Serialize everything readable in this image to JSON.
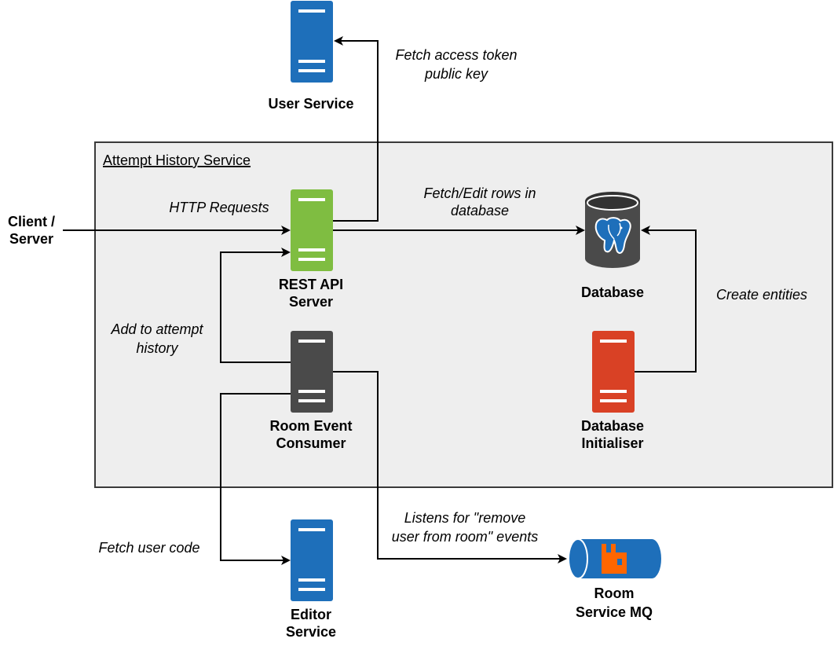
{
  "boundary": {
    "title": "Attempt History Service"
  },
  "nodes": {
    "user_service": {
      "label": "User Service",
      "color": "#1e6fba"
    },
    "rest_api": {
      "label_line1": "REST API",
      "label_line2": "Server",
      "color": "#7fbd41"
    },
    "room_event_consumer": {
      "label_line1": "Room Event",
      "label_line2": "Consumer",
      "color": "#4a4a4a"
    },
    "database": {
      "label": "Database",
      "color": "#4a4a4a",
      "logo_color": "#1e6fba"
    },
    "database_initialiser": {
      "label_line1": "Database",
      "label_line2": "Initialiser",
      "color": "#d94125"
    },
    "editor_service": {
      "label_line1": "Editor",
      "label_line2": "Service",
      "color": "#1e6fba"
    },
    "room_service_mq": {
      "label_line1": "Room",
      "label_line2": "Service MQ",
      "color": "#1e6fba",
      "logo_color": "#ff6600"
    },
    "client": {
      "label_line1": "Client /",
      "label_line2": "Server"
    }
  },
  "edges": {
    "fetch_token": {
      "line1": "Fetch access token",
      "line2": "public key"
    },
    "http_requests": {
      "label": "HTTP Requests"
    },
    "fetch_edit_rows": {
      "line1": "Fetch/Edit rows in",
      "line2": "database"
    },
    "create_entities": {
      "label": "Create entities"
    },
    "add_to_history": {
      "line1": "Add to attempt",
      "line2": "history"
    },
    "fetch_user_code": {
      "label": "Fetch user code"
    },
    "listens_for": {
      "line1": "Listens for \"remove",
      "line2": "user from room\" events"
    }
  },
  "colors": {
    "boundary_fill": "#eeeeee",
    "boundary_stroke": "#3a3a3a",
    "edge": "#000000"
  }
}
